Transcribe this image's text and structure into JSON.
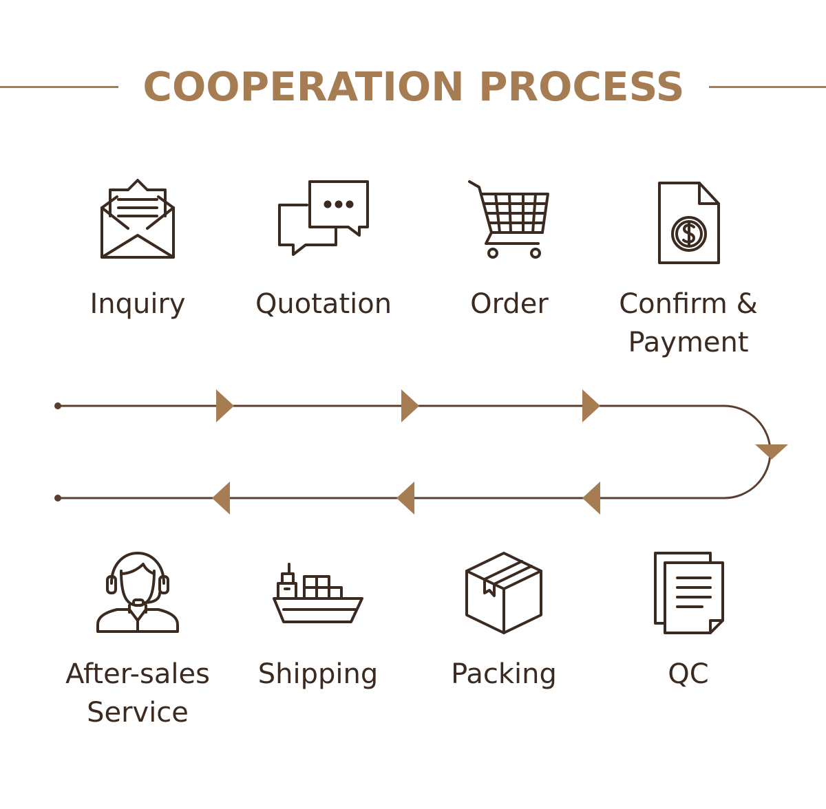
{
  "title": "COOPERATION PROCESS",
  "colors": {
    "accent": "#a67c52",
    "icon_stroke": "#3b2a20",
    "label_text": "#3b2a20",
    "flow_line": "#5a3f30"
  },
  "steps_top": [
    {
      "icon": "envelope-letter-icon",
      "label": "Inquiry"
    },
    {
      "icon": "chat-bubbles-icon",
      "label": "Quotation"
    },
    {
      "icon": "shopping-cart-icon",
      "label": "Order"
    },
    {
      "icon": "dollar-document-icon",
      "label_line1": "Confirm &",
      "label_line2": "Payment"
    }
  ],
  "steps_bottom": [
    {
      "icon": "headset-agent-icon",
      "label_line1": "After-sales",
      "label_line2": "Service"
    },
    {
      "icon": "cargo-ship-icon",
      "label": "Shipping"
    },
    {
      "icon": "package-box-icon",
      "label": "Packing"
    },
    {
      "icon": "documents-icon",
      "label": "QC"
    }
  ]
}
